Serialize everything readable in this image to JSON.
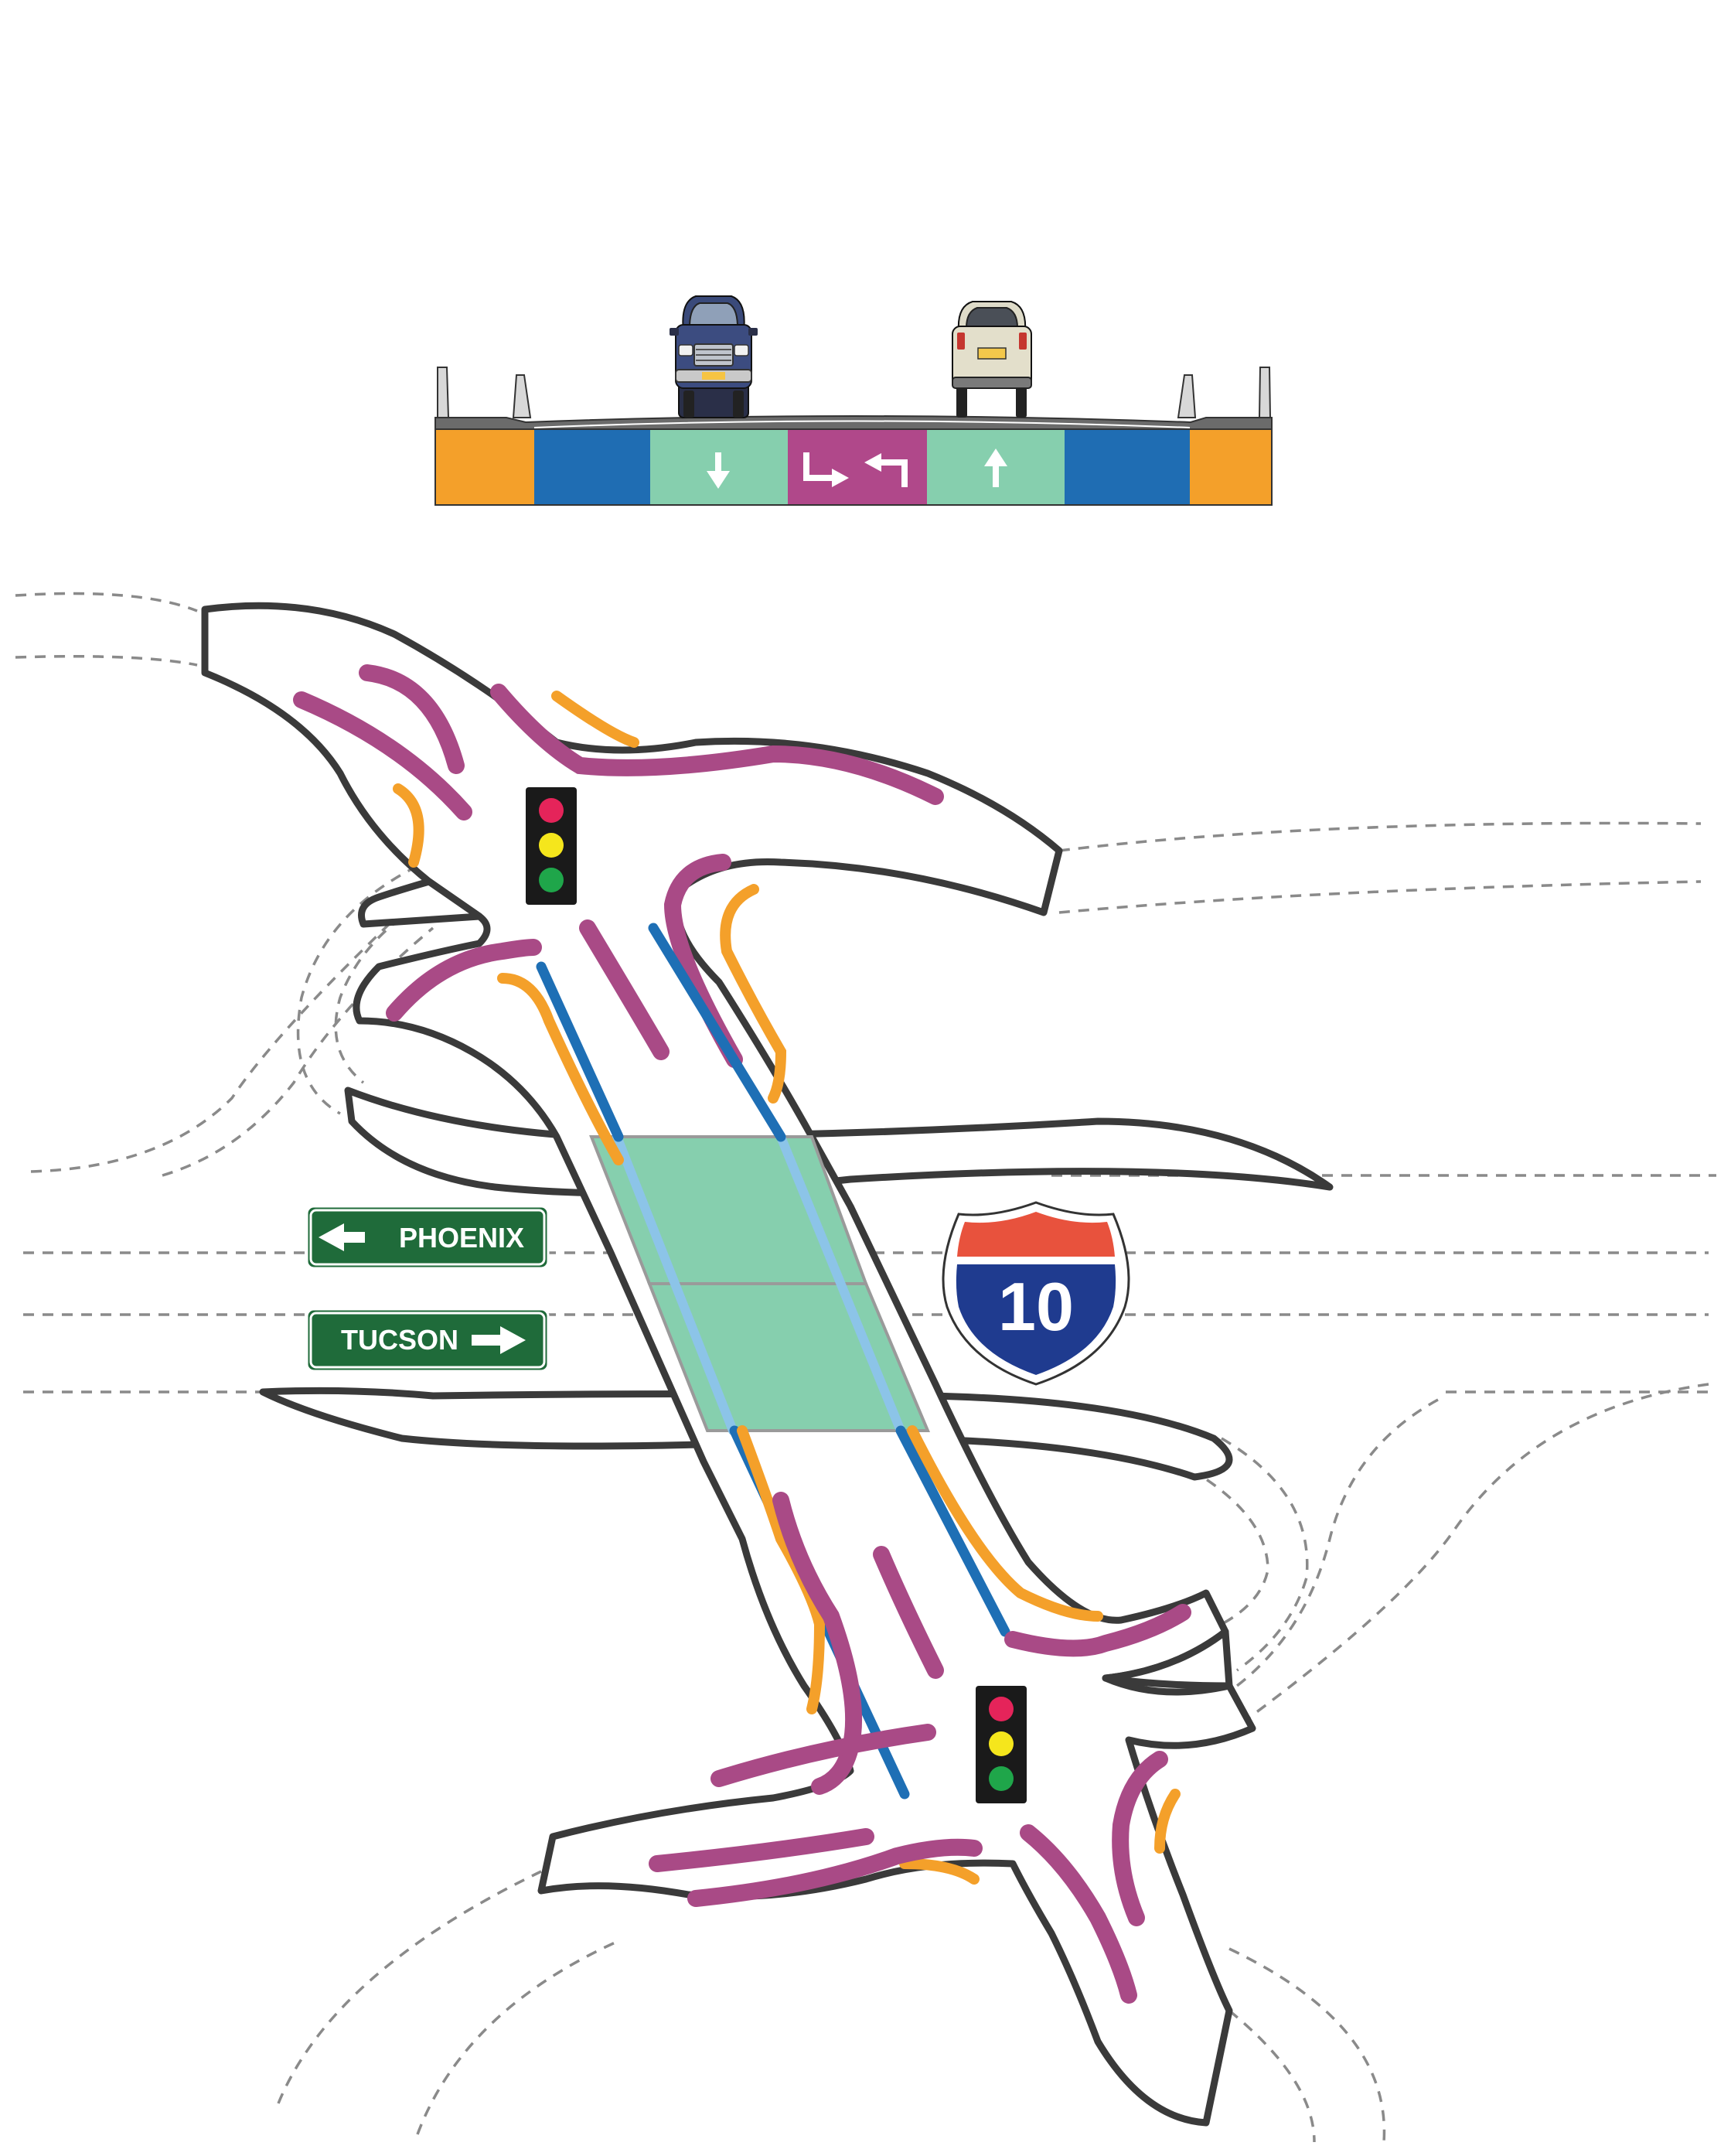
{
  "signs": {
    "left": {
      "label": "PHOENIX",
      "arrow": "arrow-left"
    },
    "right": {
      "label": "TUCSON",
      "arrow": "arrow-right"
    }
  },
  "interstate_shield": {
    "number": "10"
  },
  "cross_section": {
    "segments": [
      "sidewalk",
      "bike-lane",
      "through-lane-south",
      "two-way-left-turn-lane",
      "through-lane-north",
      "bike-lane",
      "sidewalk"
    ],
    "vehicles": [
      "suv-front-view",
      "van-rear-view"
    ]
  },
  "colors": {
    "sidewalk": "#f4a02a",
    "bike_lane": "#1f6db3",
    "travel_lane": "#86cfae",
    "turn_lane": "#b0488a",
    "sign_green": "#1f6b3a",
    "shield_red": "#e8523d",
    "shield_blue": "#1f3b8f",
    "signal_red": "#e5245a",
    "signal_yellow": "#f5e61c",
    "signal_green": "#1fa64a"
  }
}
